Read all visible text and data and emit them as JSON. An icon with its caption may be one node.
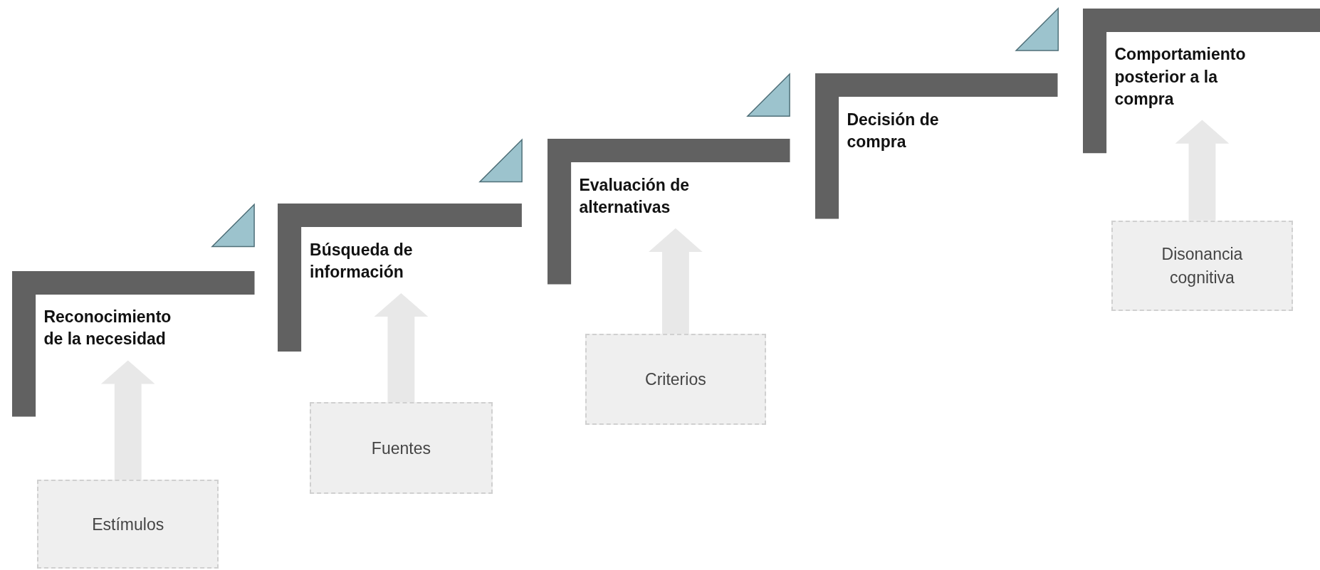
{
  "diagram": {
    "nodes": [
      {
        "text": [
          "Reconocimiento de la necesidad"
        ]
      },
      {
        "text": [
          "Búsqueda de información"
        ]
      },
      {
        "text": [
          "Evaluación de alternativas"
        ]
      },
      {
        "text": [
          "Decisión de compra"
        ]
      },
      {
        "text": [
          "Comportamiento posterior a la compra"
        ]
      },
      {
        "text": [
          "Estímulos"
        ]
      },
      {
        "text": [
          "Fuentes"
        ]
      },
      {
        "text": [
          "Criterios"
        ]
      },
      {
        "text": [
          "Disonancia cognitiva"
        ]
      }
    ],
    "edges": [
      {
        "from": 5,
        "to": 0,
        "arrow": "to"
      },
      {
        "from": 6,
        "to": 1,
        "arrow": "to"
      },
      {
        "from": 7,
        "to": 2,
        "arrow": "to"
      },
      {
        "from": 8,
        "to": 4,
        "arrow": "to"
      }
    ]
  }
}
